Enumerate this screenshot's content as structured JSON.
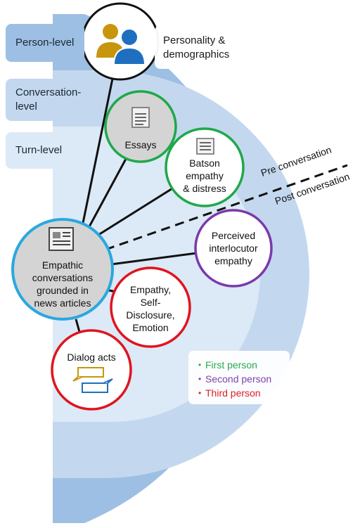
{
  "levels": {
    "person": "Person-level",
    "conversation": [
      "Conversation-",
      "level"
    ],
    "turn": "Turn-level"
  },
  "nodes": {
    "person_attrs": [
      "Personality &",
      "demographics"
    ],
    "essays": "Essays",
    "batson": [
      "Batson",
      "empathy",
      "& distress"
    ],
    "center": [
      "Empathic",
      "conversations",
      "grounded in",
      "news articles"
    ],
    "perceived": [
      "Perceived",
      "interlocutor",
      "empathy"
    ],
    "turn_features": [
      "Empathy,",
      "Self-",
      "Disclosure,",
      "Emotion"
    ],
    "dialog_acts": "Dialog acts"
  },
  "phases": {
    "pre": "Pre conversation",
    "post": "Post conversation"
  },
  "legend": [
    {
      "label": "First person",
      "color": "#1fa84a"
    },
    {
      "label": "Second person",
      "color": "#7a3aa8"
    },
    {
      "label": "Third person",
      "color": "#e0141e"
    }
  ],
  "colors": {
    "outer_band": "#9dbfe3",
    "middle_band": "#c3d8ef",
    "inner_band": "#dce9f6",
    "ring_blue": "#29a8e0",
    "ring_black": "#111111",
    "ring_green": "#1fa84a",
    "ring_purple": "#7a3aa8",
    "ring_red": "#e0141e",
    "person_gold": "#c8960c",
    "person_blue": "#1f6fc0"
  },
  "icons": {
    "people": "people-icon",
    "document": "document-icon",
    "form": "form-icon",
    "newspaper": "newspaper-icon",
    "speech": "speech-bubbles-icon"
  }
}
